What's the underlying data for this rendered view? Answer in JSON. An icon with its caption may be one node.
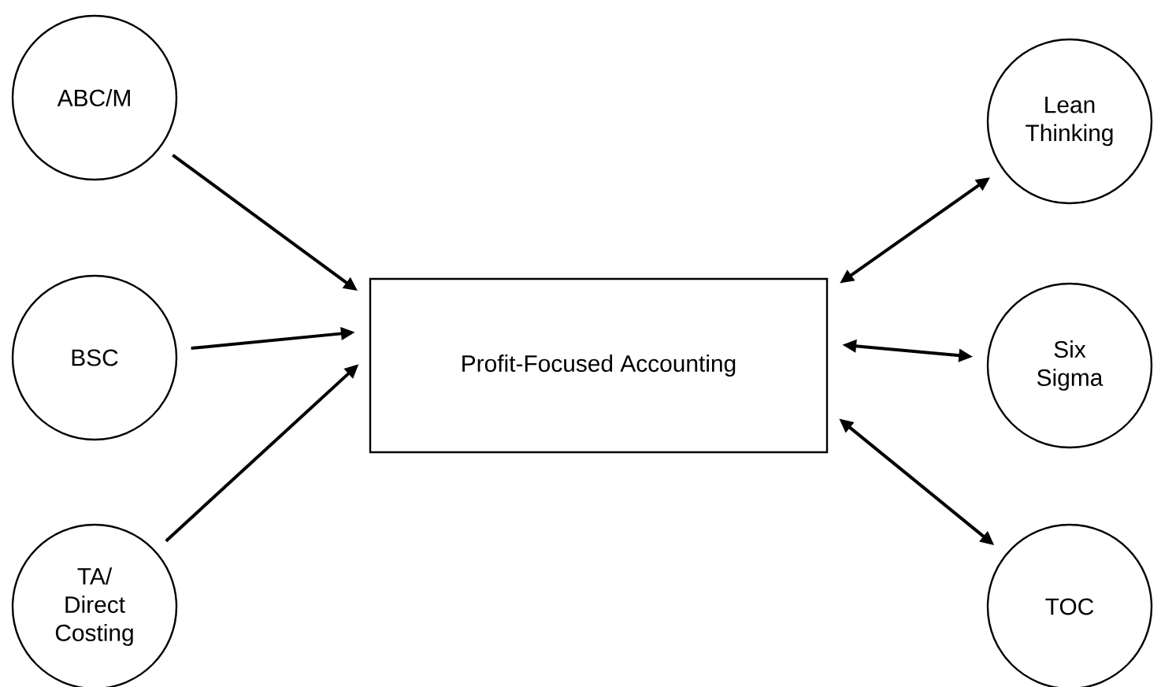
{
  "diagram": {
    "nodes": [
      {
        "text": [
          "ABC/M"
        ]
      },
      {
        "text": [
          "BSC"
        ]
      },
      {
        "text": [
          "TA/ Direct Costing"
        ]
      },
      {
        "text": [
          "Profit-Focused Accounting"
        ]
      },
      {
        "text": [
          "Lean Thinking"
        ]
      },
      {
        "text": [
          "Six Sigma"
        ]
      },
      {
        "text": [
          "TOC"
        ]
      }
    ],
    "edges": [
      {
        "from": 0,
        "to": 3,
        "arrow": "to"
      },
      {
        "from": 1,
        "to": 3,
        "arrow": "to"
      },
      {
        "from": 2,
        "to": 3,
        "arrow": "to"
      },
      {
        "from": 3,
        "to": 4,
        "arrow": "both"
      },
      {
        "from": 3,
        "to": 5,
        "arrow": "both"
      },
      {
        "from": 3,
        "to": 6,
        "arrow": "both"
      }
    ]
  }
}
